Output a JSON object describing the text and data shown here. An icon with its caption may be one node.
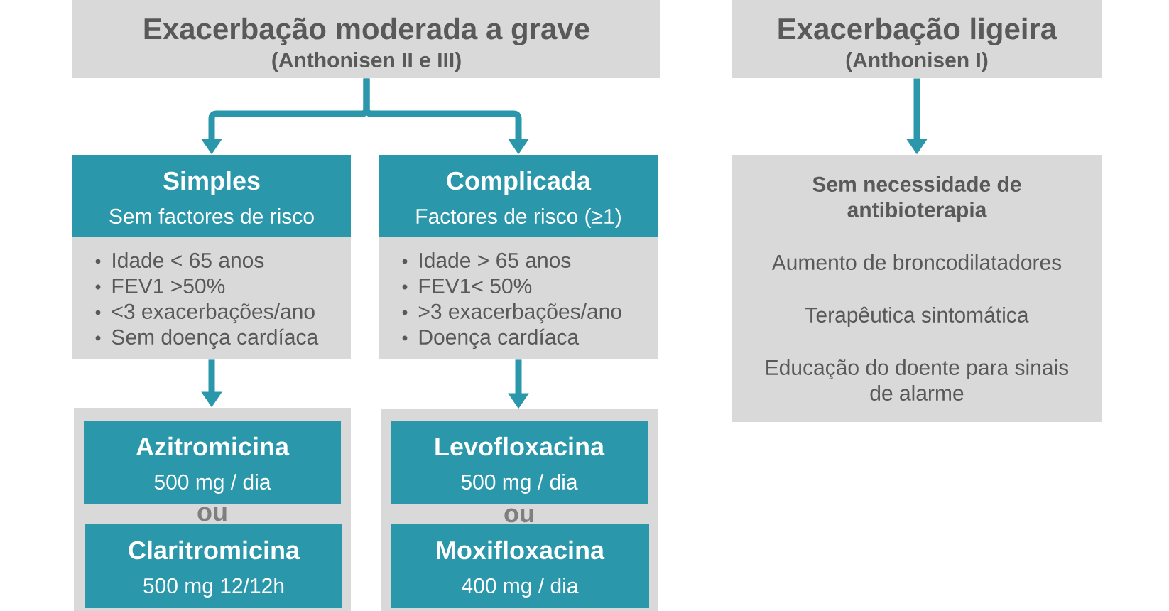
{
  "diagram": {
    "nodes": [
      {
        "text": [
          "Exacerbação moderada a grave",
          "(Anthonisen II e III)"
        ]
      },
      {
        "text": [
          "Simples",
          "Sem factores de risco"
        ]
      },
      {
        "text": [
          "Idade < 65 anos",
          "FEV1 >50%",
          "<3 exacerbações/ano",
          "Sem doença cardíaca"
        ]
      },
      {
        "text": [
          "Complicada",
          "Factores de risco (≥1)"
        ]
      },
      {
        "text": [
          "Idade > 65 anos",
          "FEV1< 50%",
          ">3 exacerbações/ano",
          "Doença cardíaca"
        ]
      },
      {
        "text": [
          "ou"
        ]
      },
      {
        "text": [
          "Azitromicina",
          "500 mg / dia"
        ],
        "in": 5
      },
      {
        "text": [
          "Claritromicina",
          "500 mg 12/12h"
        ],
        "in": 5
      },
      {
        "text": [
          "ou"
        ]
      },
      {
        "text": [
          "Levofloxacina",
          "500 mg / dia"
        ],
        "in": 8
      },
      {
        "text": [
          "Moxifloxacina",
          "400 mg / dia"
        ],
        "in": 8
      },
      {
        "text": [
          "Exacerbação ligeira",
          "(Anthonisen I)"
        ]
      },
      {
        "text": [
          "Sem necessidade de antibioterapia",
          "Aumento de broncodilatadores",
          "Terapêutica sintomática",
          "Educação do doente para sinais de alarme"
        ]
      }
    ],
    "edges": [
      {
        "from": 0,
        "to": 1,
        "arrow": "to"
      },
      {
        "from": 0,
        "to": 3,
        "arrow": "to"
      },
      {
        "from": 2,
        "to": 5,
        "arrow": "to"
      },
      {
        "from": 4,
        "to": 8,
        "arrow": "to"
      },
      {
        "from": 11,
        "to": 12,
        "arrow": "to"
      }
    ]
  }
}
